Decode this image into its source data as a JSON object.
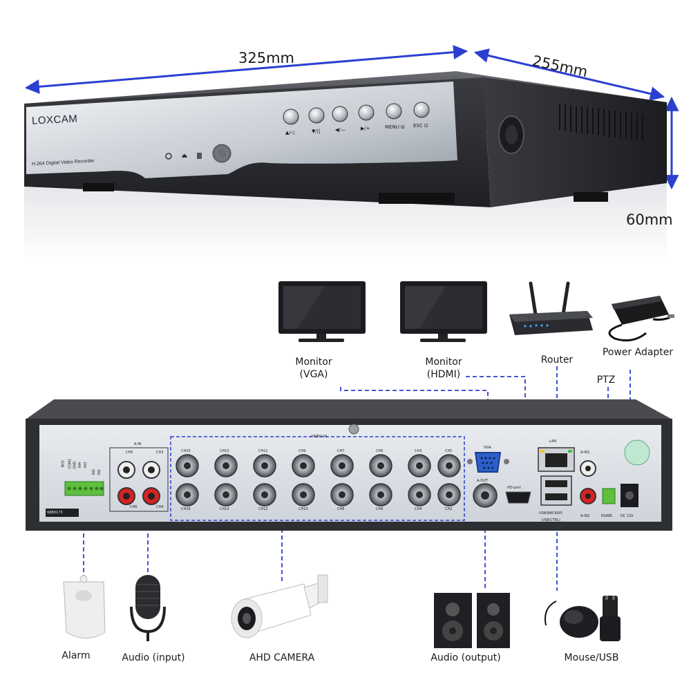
{
  "dimensions": {
    "width": "325mm",
    "depth": "255mm",
    "height": "60mm"
  },
  "front_panel": {
    "brand": "LOXCAM",
    "model_text": "H.264 Digital Video Recorder",
    "buttons": [
      "▲/◁",
      "▼/||",
      "◀/—",
      "▶/+",
      "MENU ⊟",
      "ESC ⊡"
    ]
  },
  "back_panel": {
    "model_code": "WJB0173",
    "video_in_label": "VIDEO-IN",
    "audio_in_label": "A-IN",
    "channels_top": [
      "CH15",
      "CH13",
      "CH11",
      "CH9",
      "CH7",
      "CH5",
      "CH3",
      "CH1"
    ],
    "channels_bottom": [
      "CH16",
      "CH14",
      "CH12",
      "CH10",
      "CH8",
      "CH6",
      "CH4",
      "CH2"
    ],
    "audio_in_channels": [
      "CH3",
      "CH4",
      "CH5",
      "CH6"
    ],
    "port_labels": {
      "vga": "VGA",
      "aout": "A-OUT",
      "hdport": "HD-port",
      "lan": "LAN",
      "usb": "USB(BACKUP)",
      "usb2": "USB(CTRL)",
      "ain1": "A-IN1",
      "ain2": "A-IN2",
      "rs485": "RS485",
      "dc": "DC 12V"
    },
    "alarm_terminal_labels": [
      "NO1",
      "COM1",
      "GND",
      "IN4",
      "IN3",
      "IN2",
      "IN1"
    ]
  },
  "devices": {
    "monitor_vga": [
      "Monitor",
      "(VGA)"
    ],
    "monitor_hdmi": [
      "Monitor",
      "(HDMI)"
    ],
    "router": "Router",
    "power_adapter": "Power Adapter",
    "ptz": "PTZ",
    "alarm": "Alarm",
    "audio_input": "Audio (input)",
    "ahd_camera": "AHD CAMERA",
    "audio_output": "Audio (output)",
    "mouse_usb": "Mouse/USB"
  },
  "colors": {
    "connector_line": "#2b3fd1",
    "panel_silver": "#c9ced6",
    "body_dark": "#2e2f33",
    "terminal_green": "#5fbf3f"
  }
}
